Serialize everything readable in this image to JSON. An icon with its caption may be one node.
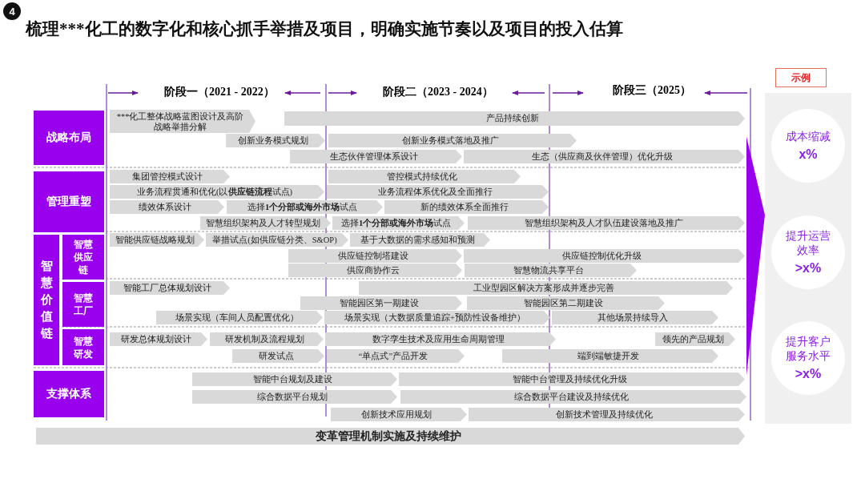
{
  "diagram": {
    "title": "梳理***化工的数字化和核心抓手举措及项目，明确实施节奏以及项目的投入估算",
    "nodes": [
      {
        "text": [
          "战略布局"
        ]
      },
      {
        "text": [
          "***化工整体战略蓝图设计及高阶战略举措分解"
        ]
      },
      {
        "text": [
          "产品持续创新"
        ]
      },
      {
        "text": [
          "创新业务模式规划"
        ]
      },
      {
        "text": [
          "创新业务模式落地及推广"
        ]
      },
      {
        "text": [
          "生态伙伴管理体系设计"
        ]
      },
      {
        "text": [
          "生态（供应商及伙伴管理）优化升级"
        ]
      },
      {
        "text": [
          "管理重塑"
        ]
      },
      {
        "text": [
          "集团管控模式设计"
        ]
      },
      {
        "text": [
          "管控模式持续优化"
        ]
      },
      {
        "text": [
          "业务流程贯通和优化(以**供应链流程**试点)"
        ]
      },
      {
        "text": [
          "业务流程体系优化及全面推行"
        ]
      },
      {
        "text": [
          "绩效体系设计"
        ]
      },
      {
        "text": [
          "选择**1个分部或海外市场**试点"
        ]
      },
      {
        "text": [
          "新的绩效体系全面推行"
        ]
      },
      {
        "text": [
          "智慧组织架构及人才转型规划"
        ]
      },
      {
        "text": [
          "选择**1个分部或海外市场**试点"
        ]
      },
      {
        "text": [
          "智慧组织架构及人才队伍建设落地及推广"
        ]
      },
      {
        "text": [
          "智慧价值链"
        ]
      },
      {
        "text": [
          "智慧供应链"
        ]
      },
      {
        "text": [
          "智慧工厂"
        ]
      },
      {
        "text": [
          "智慧研发"
        ]
      },
      {
        "text": [
          "智能供应链战略规划"
        ]
      },
      {
        "text": [
          "举措试点(如供应链分类、S&OP)"
        ]
      },
      {
        "text": [
          "基于大数据的需求感知和预测"
        ]
      },
      {
        "text": [
          "供应链控制塔建设"
        ]
      },
      {
        "text": [
          "供应链控制优化升级"
        ]
      },
      {
        "text": [
          "供应商协作云"
        ]
      },
      {
        "text": [
          "智慧物流共享平台"
        ]
      },
      {
        "text": [
          "智能工厂总体规划设计"
        ]
      },
      {
        "text": [
          "工业型园区解决方案形成并逐步完善"
        ]
      },
      {
        "text": [
          "智能园区第一期建设"
        ]
      },
      {
        "text": [
          "智能园区第二期建设"
        ]
      },
      {
        "text": [
          "场景实现（车间人员配置优化）"
        ]
      },
      {
        "text": [
          "场景实现（大数据质量追踪+预防性设备维护）"
        ]
      },
      {
        "text": [
          "其他场景持续导入"
        ]
      },
      {
        "text": [
          "研发总体规划设计"
        ]
      },
      {
        "text": [
          "研发机制及流程规划"
        ]
      },
      {
        "text": [
          "数字孪生技术及应用生命周期管理"
        ]
      },
      {
        "text": [
          "领先的产品规划"
        ]
      },
      {
        "text": [
          "研发试点"
        ]
      },
      {
        "text": [
          "“单点式”产品开发"
        ]
      },
      {
        "text": [
          "端到端敏捷开发"
        ]
      },
      {
        "text": [
          "支撑体系"
        ]
      },
      {
        "text": [
          "智能中台规划及建设"
        ]
      },
      {
        "text": [
          "智能中台管理及持续优化升级"
        ]
      },
      {
        "text": [
          "综合数据平台规划"
        ]
      },
      {
        "text": [
          "综合数据平台建设及持续优化"
        ]
      },
      {
        "text": [
          "创新技术应用规划"
        ]
      },
      {
        "text": [
          "创新技术管理及持续优化"
        ]
      },
      {
        "text": [
          "变革管理机制实施及持续维护"
        ]
      },
      {
        "text": [
          "示例"
        ]
      },
      {
        "text": [],
        "shape": "box"
      },
      {
        "text": [
          "成本缩减",
          "x%"
        ],
        "in": 52
      },
      {
        "text": [
          "提升运营效率",
          ">x%"
        ],
        "in": 52
      },
      {
        "text": [
          "提升客户服务水平",
          ">x%"
        ],
        "in": 52
      }
    ],
    "edges": [
      {
        "from": null,
        "to": 52,
        "arrow": "to",
        "style": "thick",
        "color": "#9900ee"
      }
    ],
    "labels": [
      "4",
      "阶段一（2021 - 2022）",
      "阶段二（2023 - 2024）",
      "阶段三（2025）"
    ]
  }
}
